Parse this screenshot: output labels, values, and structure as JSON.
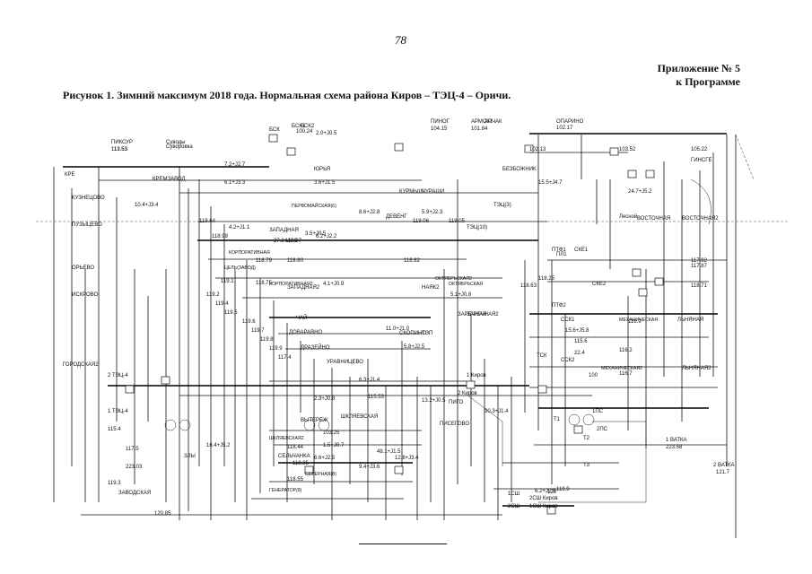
{
  "page": {
    "number": "78"
  },
  "header": {
    "appendix_line1": "Приложение № 5",
    "appendix_line2": "к Программе"
  },
  "figure": {
    "title": "Рисунок 1. Зимний максимум 2018 года. Нормальная схема района Киров – ТЭЦ-4 – Оричи."
  },
  "diagram": {
    "labels": [
      "ПИКСУР",
      "113.53",
      "Суводы",
      "Суворовка",
      "БСК",
      "БСК1",
      "БСК2",
      "ПИНОГ",
      "АРМСК1",
      "ОПАРИНО",
      "102.17",
      "КРЕ",
      "КРЕМЗАВОД",
      "КУЗНЕЦОВО",
      "ПУЗЫЦЕВО",
      "ОРЬЕВО",
      "ИСКРОВО",
      "ГОРОДСКАЯ2",
      "2 ТЭЦ-4",
      "1 ТЭЦ-4",
      "ПЕРВОМАЙСКАЯ(6)",
      "ЗАПАДНАЯ",
      "ЗАПАДНАЯ2",
      "КОРПОРАТИВНАЯ",
      "КОРПОРАТИВНАЯ2",
      "ЦЕЛЬ(ЗАВОД)",
      "ДЕВЕНГ",
      "ОКТЯБРЬСКАЯ2",
      "ОКТЯБРЬСКАЯ",
      "НАЯК2",
      "ЗАРЕЧНАЯ",
      "СКОПИНО",
      "ЧАЙ",
      "ДОВАРАВНО",
      "ДРАЗЕЙНО",
      "УРАВНИЦЕВО",
      "ВЫТЕРЕЖ",
      "ШКЛЯЕВСКАЯ",
      "ШКЛЯЕВСКАЯ2",
      "СЕЛЬЧАНКА",
      "СЕВЕРНАЯ(8)",
      "ГЕНЕРАТОР(8)",
      "ПИСЕГОВО",
      "ПИГО",
      "ТЭЦ(3)",
      "ТЭЦ(10)",
      "ТЭП",
      "СКЕ1",
      "СКЕ2",
      "ССК1",
      "ССК2",
      "МЕХАНИЧЕСКАЯ",
      "МЕХАНИЧЕСКАЯ2",
      "ЛЬНЯНАЯ",
      "ЛЬНЯНАЯ2",
      "ВОСТОЧНАЯ",
      "ВОСТОЧНАЯ2",
      "ПТФ1",
      "ПТФ2",
      "Лесной",
      "1 ВАТКА",
      "2 ВАТКА",
      "1 Киров",
      "2 Киров",
      "ТСК",
      "1ПС",
      "2ПС",
      "1СШ",
      "2СШ",
      "2СШ Киров",
      "1СШ Киров",
      "ПЛ1",
      "ЗАРЕЧНАЯ2",
      "БЕЗБОЖНИК",
      "ГИНСГЕ",
      "ЮРЬЯ",
      "ЧУРАШИ",
      "КУРМЫШ",
      "Т1",
      "Т2",
      "Т3",
      "ЗАВОДСКАЯ",
      "ЗЛЫ",
      "АРЧАК",
      "113.53",
      "100.24",
      "104.15",
      "101.84",
      "102.13",
      "105.22",
      "103.52",
      "119.64",
      "119.06",
      "119.05",
      "118.98",
      "118.97",
      "118.71",
      "118.82",
      "118.80",
      "118.79",
      "118.75",
      "118.63",
      "118.55",
      "118.44",
      "118.35",
      "118.25",
      "117.92",
      "117.87",
      "116.9",
      "116.7",
      "116.2",
      "115.6",
      "115.4",
      "119.3",
      "119.1",
      "119.2",
      "119.4",
      "119.5",
      "119.6",
      "119.7",
      "119.8",
      "119.9",
      "117.4",
      "117.5",
      "223.03",
      "223.58",
      "121.7",
      "120",
      "119.9",
      "6.2+J2.5",
      "10.4+J3.4",
      "6.1+J3.3",
      "7.2+J2.7",
      "5.9+J2.3",
      "8.6+J2.8",
      "4.2+J1.1",
      "15.5+J4.7",
      "27.2+J1.5",
      "2.3+J0.8",
      "16.4+J5.2",
      "3.5+J0.5",
      "11.0+J1.0",
      "5.8+J2.5",
      "1.5+J0.7",
      "9.4+J3.6",
      "48.1+J1.5",
      "3.6+J1.5",
      "6.2+J2.2",
      "2.0+J0.5",
      "24.7+J5.2",
      "12.8+J3.4",
      "6.6+J2.5",
      "4.1+J0.9",
      "6.3+J1.4",
      "5.1+J0.8",
      "30.3+J1.4",
      "13.2+J0.5",
      "15.6+J5.8",
      "22.4",
      "100",
      "115.53",
      "103.25",
      "120.85"
    ]
  }
}
